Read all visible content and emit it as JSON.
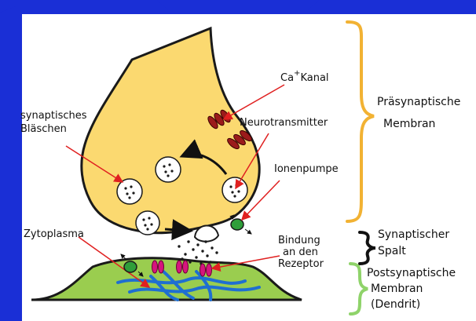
{
  "labels": {
    "ca_channel_main": "Ca",
    "ca_channel_sup": "+",
    "ca_channel_rest": "Kanal",
    "synaptic_vesicles_line1": "synaptisches",
    "synaptic_vesicles_line2": "Bläschen",
    "neurotransmitter": "Neurotransmitter",
    "ion_pump": "Ionenpumpe",
    "cytoplasm": "Zytoplasma",
    "binding_line1": "Bindung",
    "binding_line2": "an den",
    "binding_line3": "Rezeptor",
    "presynaptic_line1": "Präsynaptische",
    "presynaptic_line2": "Membran",
    "cleft_line1": "Synaptischer",
    "cleft_line2": "Spalt",
    "postsynaptic_line1": "Postsynaptische",
    "postsynaptic_line2": "Membran",
    "postsynaptic_line3": "(Dendrit)"
  },
  "colors": {
    "frame_blue": "#1a2fd6",
    "terminal_fill": "#fbd970",
    "terminal_stroke": "#1a1a1a",
    "dendrite_fill": "#9acd4f",
    "filament_blue": "#1f6fd1",
    "channel_red": "#9b1b1b",
    "receptor_magenta": "#d6157e",
    "pump_green": "#2f9e3a",
    "arrow_red": "#e02020",
    "brace_orange": "#f2b233",
    "brace_green": "#8fd36a",
    "brace_black": "#111111"
  }
}
